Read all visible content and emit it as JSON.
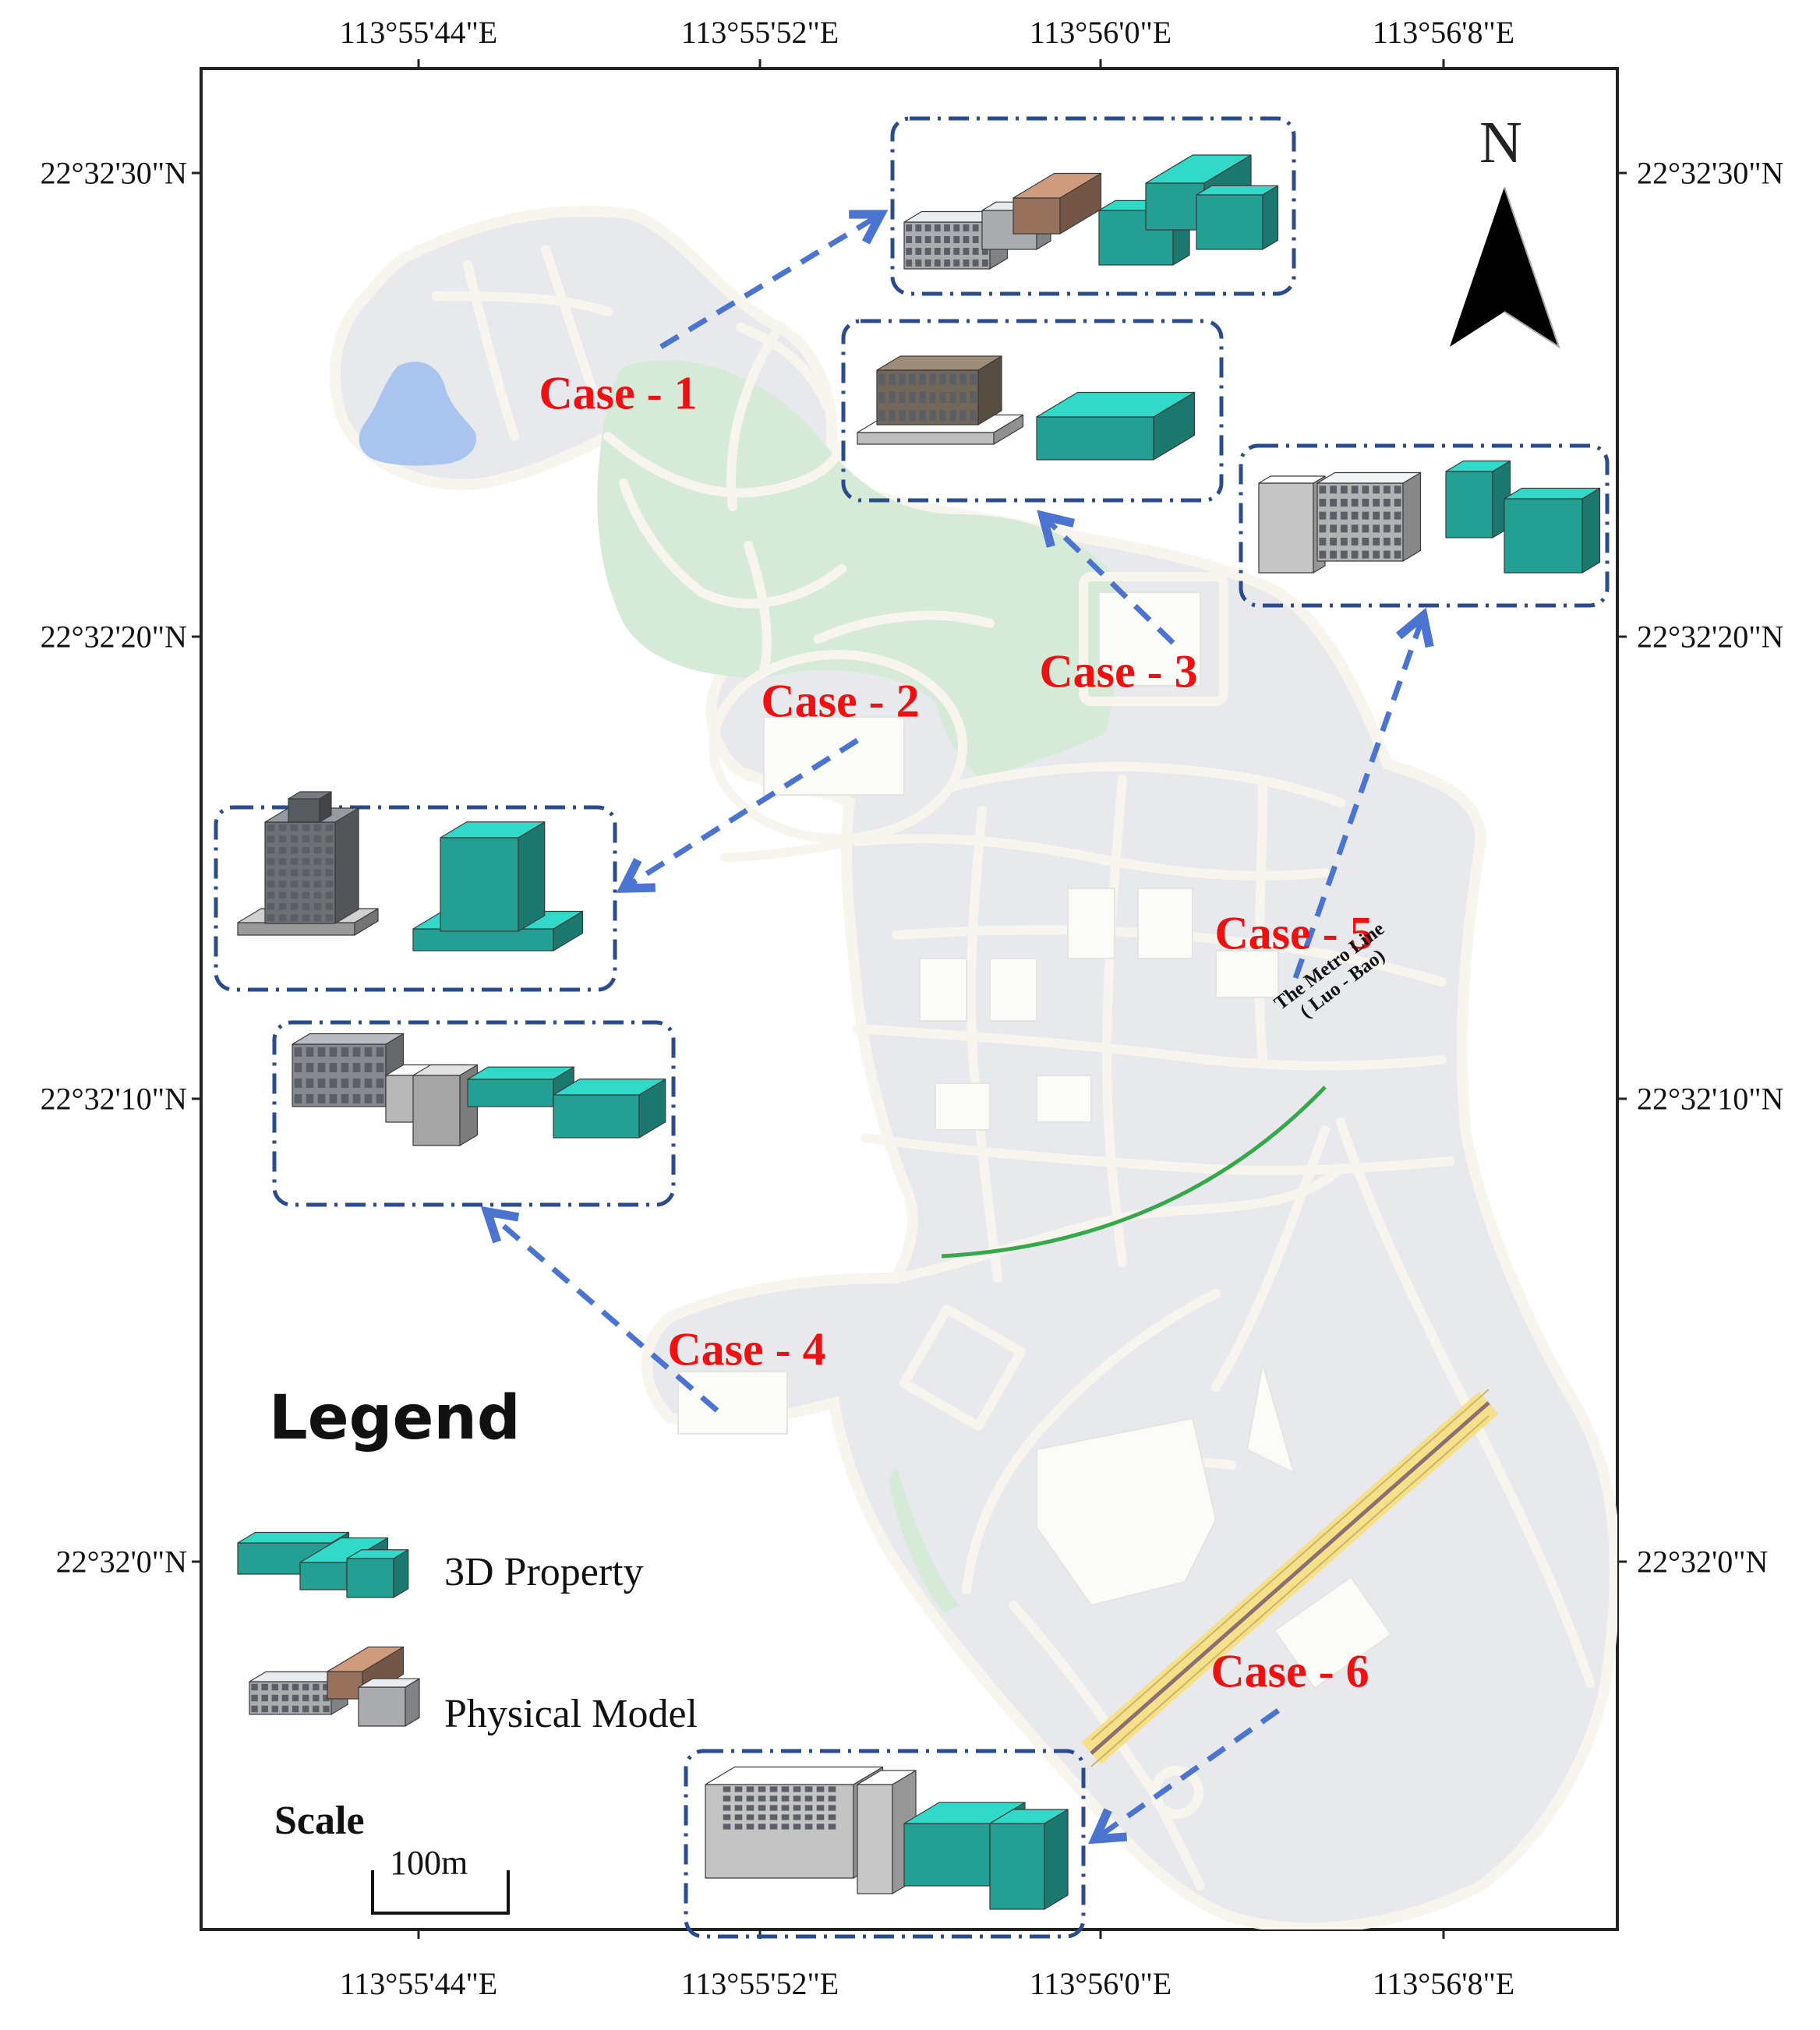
{
  "map": {
    "top_lon_labels": [
      "113°55'44\"E",
      "113°55'52\"E",
      "113°56'0\"E",
      "113°56'8\"E"
    ],
    "bottom_lon_labels": [
      "113°55'44\"E",
      "113°55'52\"E",
      "113°56'0\"E",
      "113°56'8\"E"
    ],
    "left_lat_labels": [
      "22°32'30\"N",
      "22°32'20\"N",
      "22°32'10\"N",
      "22°32'0\"N"
    ],
    "right_lat_labels": [
      "22°32'30\"N",
      "22°32'20\"N",
      "22°32'10\"N",
      "22°32'0\"N"
    ],
    "north_label": "N",
    "metro_label_line1": "The Metro Line",
    "metro_label_line2": "( Luo - Bao)",
    "cases": [
      "Case - 1",
      "Case - 2",
      "Case - 3",
      "Case - 4",
      "Case - 5",
      "Case - 6"
    ]
  },
  "legend": {
    "title": "Legend",
    "item_3d": "3D Property",
    "item_physical": "Physical Model",
    "scale_title": "Scale",
    "scale_value": "100m"
  },
  "colors": {
    "land": "#e8e9ec",
    "road": "#f7f5ee",
    "green": "#d6ead8",
    "water": "#a8c4ef",
    "highway": "#f8e28c",
    "metro": "#35a84a",
    "case_text": "#ee1111",
    "dash_box": "#2a4c8c",
    "arrow": "#4a74d0",
    "teal": "#2cc2b3",
    "teal_dark": "#159a8d"
  }
}
